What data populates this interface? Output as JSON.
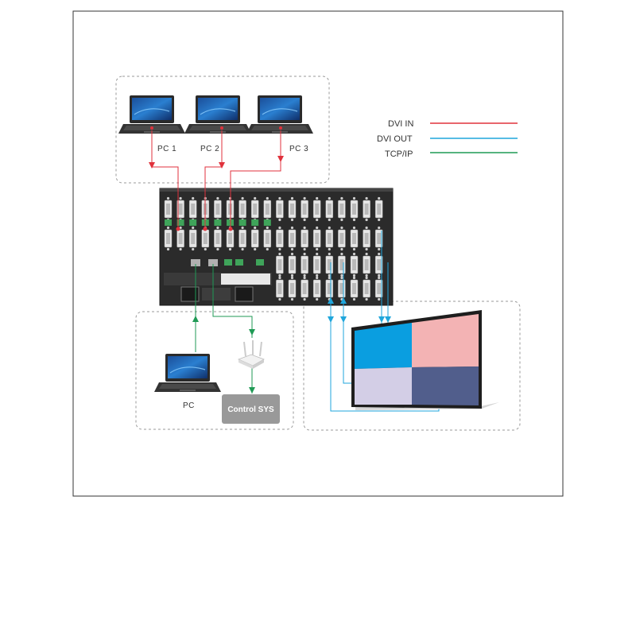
{
  "legend": [
    {
      "label": "DVI IN",
      "color": "#e0323c"
    },
    {
      "label": "DVI OUT",
      "color": "#1fa6dc"
    },
    {
      "label": "TCP/IP",
      "color": "#1f9a55"
    }
  ],
  "sources": [
    {
      "label": "PC 1"
    },
    {
      "label": "PC 2"
    },
    {
      "label": "PC 3"
    }
  ],
  "control_pc": {
    "label": "PC"
  },
  "control_system": {
    "label": "Control SYS"
  },
  "video_wall": {
    "panels": [
      {
        "color": "#0a9ee0"
      },
      {
        "color": "#f3b3b4"
      },
      {
        "color": "#d3cee6"
      },
      {
        "color": "#515e8c"
      }
    ]
  },
  "icons": [
    "laptop-icon",
    "router-icon",
    "matrix-switcher-chassis",
    "video-wall-display"
  ]
}
